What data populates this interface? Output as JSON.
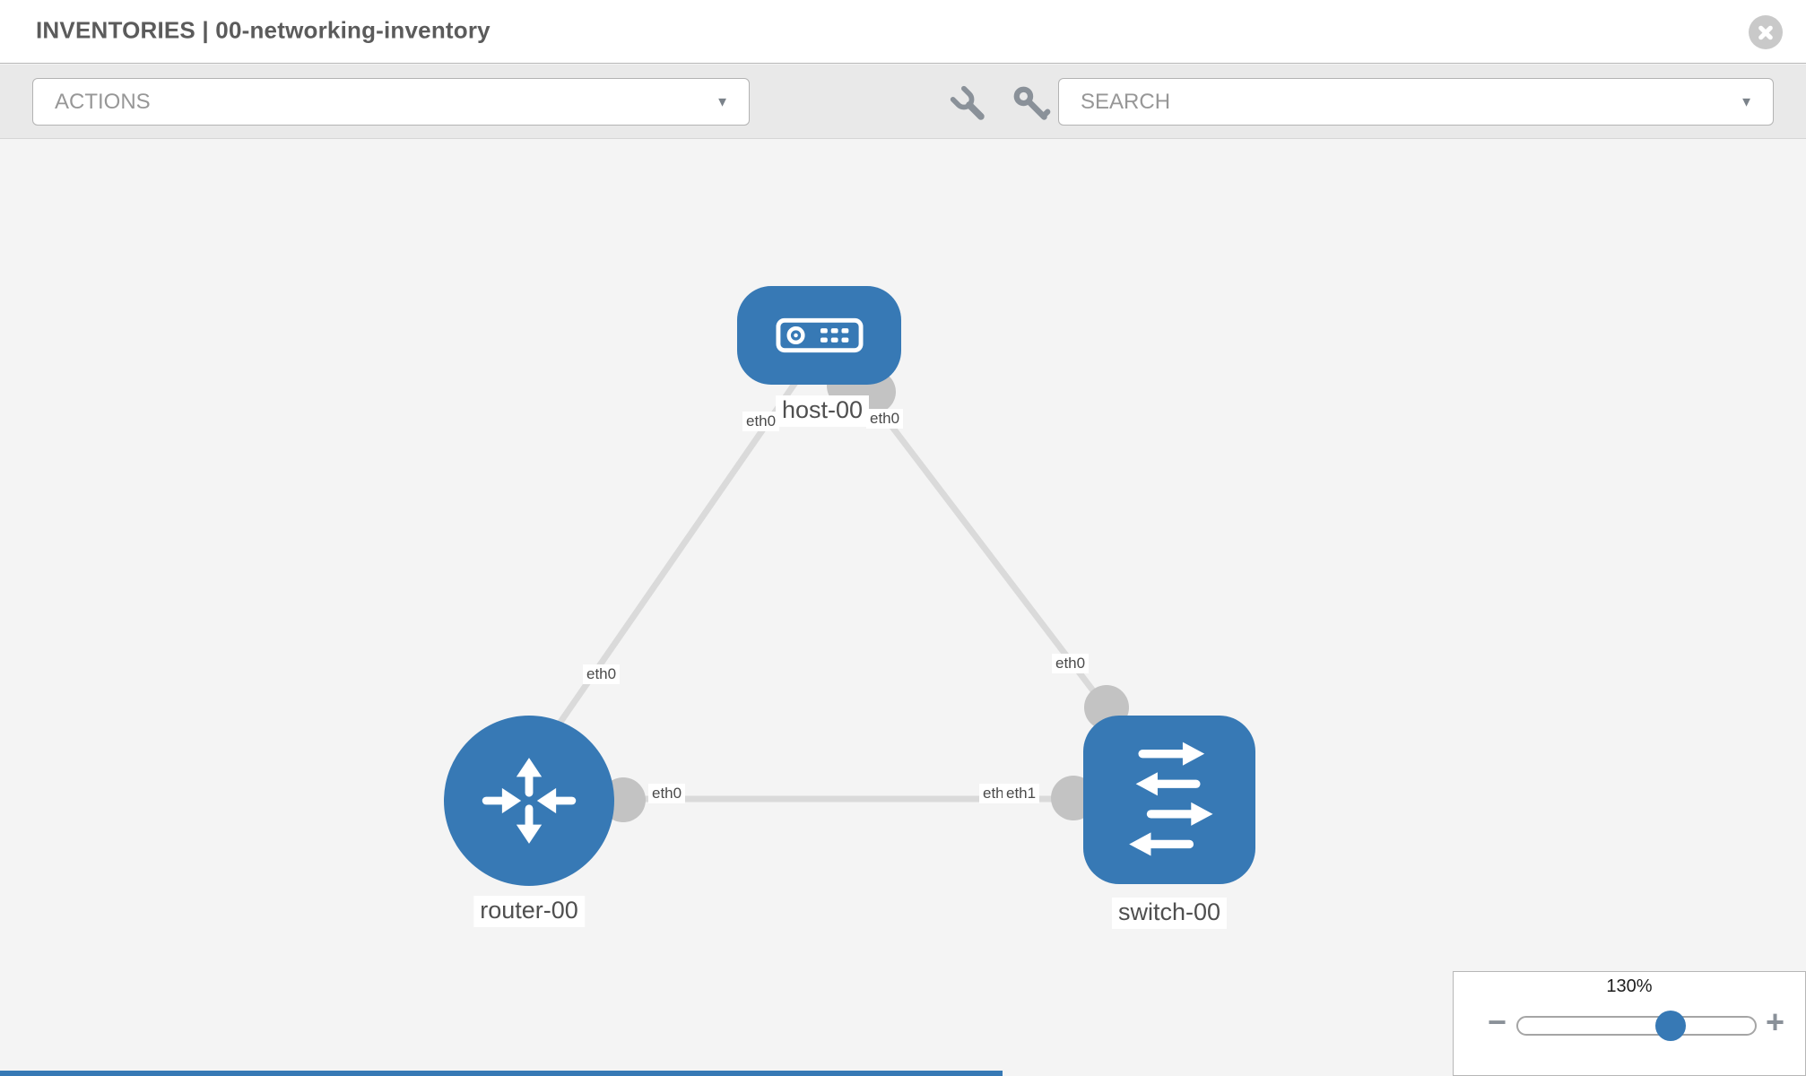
{
  "header": {
    "title": "INVENTORIES | 00-networking-inventory"
  },
  "toolbar": {
    "actions_label": "ACTIONS",
    "search_placeholder": "SEARCH",
    "icon_buttons": [
      "wrench-icon",
      "key-icon"
    ]
  },
  "canvas": {
    "nodes": [
      {
        "id": "host-00",
        "label": "host-00",
        "type": "host"
      },
      {
        "id": "router-00",
        "label": "router-00",
        "type": "router"
      },
      {
        "id": "switch-00",
        "label": "switch-00",
        "type": "switch"
      }
    ],
    "links": [
      {
        "from": "host-00",
        "from_if": "eth0",
        "to": "router-00",
        "to_if": "eth0"
      },
      {
        "from": "host-00",
        "from_if": "eth0",
        "to": "switch-00",
        "to_if": "eth0"
      },
      {
        "from": "router-00",
        "from_if": "eth0",
        "to": "switch-00",
        "to_if": "eth1",
        "overlapped_if": "eth0"
      }
    ]
  },
  "zoom_control": {
    "level": "130%",
    "minus_label": "−",
    "plus_label": "+"
  },
  "colors": {
    "node_blue": "#3779b5",
    "link_gray": "#dadada",
    "connector_gray": "#c3c3c3",
    "toolbar_gray": "#e9e9e9",
    "canvas_gray": "#f4f4f4"
  }
}
